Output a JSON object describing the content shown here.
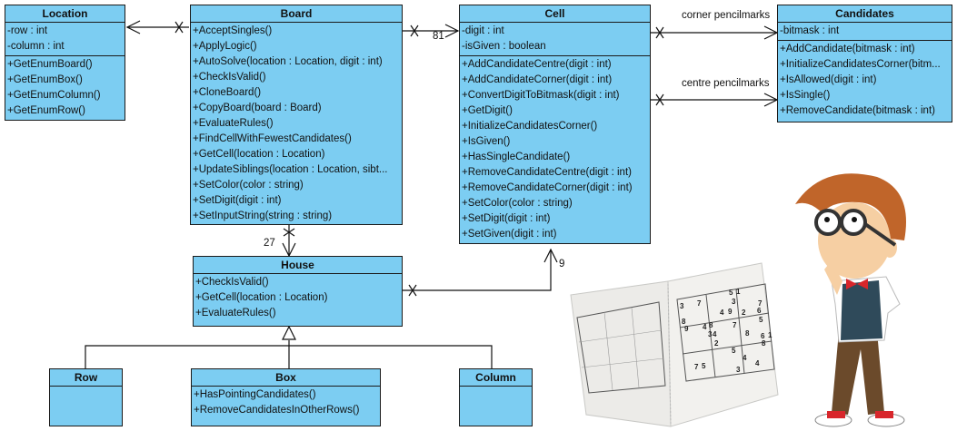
{
  "classes": {
    "location": {
      "name": "Location",
      "attributes": [
        "-row : int",
        "-column : int"
      ],
      "operations": [
        "+GetEnumBoard()",
        "+GetEnumBox()",
        "+GetEnumColumn()",
        "+GetEnumRow()"
      ]
    },
    "board": {
      "name": "Board",
      "attributes": [],
      "operations": [
        "+AcceptSingles()",
        "+ApplyLogic()",
        "+AutoSolve(location : Location, digit : int)",
        "+CheckIsValid()",
        "+CloneBoard()",
        "+CopyBoard(board : Board)",
        "+EvaluateRules()",
        "+FindCellWithFewestCandidates()",
        "+GetCell(location : Location)",
        "+UpdateSiblings(location : Location, sibt...",
        "+SetColor(color : string)",
        "+SetDigit(digit : int)",
        "+SetInputString(string : string)"
      ]
    },
    "cell": {
      "name": "Cell",
      "attributes": [
        "-digit : int",
        "-isGiven : boolean"
      ],
      "operations": [
        "+AddCandidateCentre(digit : int)",
        "+AddCandidateCorner(digit : int)",
        "+ConvertDigitToBitmask(digit : int)",
        "+GetDigit()",
        "+InitializeCandidatesCorner()",
        "+IsGiven()",
        "+HasSingleCandidate()",
        "+RemoveCandidateCentre(digit : int)",
        "+RemoveCandidateCorner(digit : int)",
        "+SetColor(color : string)",
        "+SetDigit(digit : int)",
        "+SetGiven(digit : int)"
      ]
    },
    "candidates": {
      "name": "Candidates",
      "attributes": [
        "-bitmask : int"
      ],
      "operations": [
        "+AddCandidate(bitmask : int)",
        "+InitializeCandidatesCorner(bitm...",
        "+IsAllowed(digit : int)",
        "+IsSingle()",
        "+RemoveCandidate(bitmask : int)"
      ]
    },
    "house": {
      "name": "House",
      "attributes": [],
      "operations": [
        "+CheckIsValid()",
        "+GetCell(location : Location)",
        "+EvaluateRules()"
      ]
    },
    "row": {
      "name": "Row",
      "attributes": [],
      "operations": []
    },
    "box": {
      "name": "Box",
      "attributes": [],
      "operations": [
        "+HasPointingCandidates()",
        "+RemoveCandidatesInOtherRows()"
      ]
    },
    "column": {
      "name": "Column",
      "attributes": [],
      "operations": []
    }
  },
  "associations": {
    "board_cell_multiplicity": "81",
    "board_house_multiplicity": "27",
    "house_cell_multiplicity": "9",
    "corner_label": "corner pencilmarks",
    "centre_label": "centre pencilmarks"
  },
  "illustrations": {
    "sudoku_book": "sudoku-book-image",
    "thinking_boy": "thinking-boy-cartoon"
  }
}
